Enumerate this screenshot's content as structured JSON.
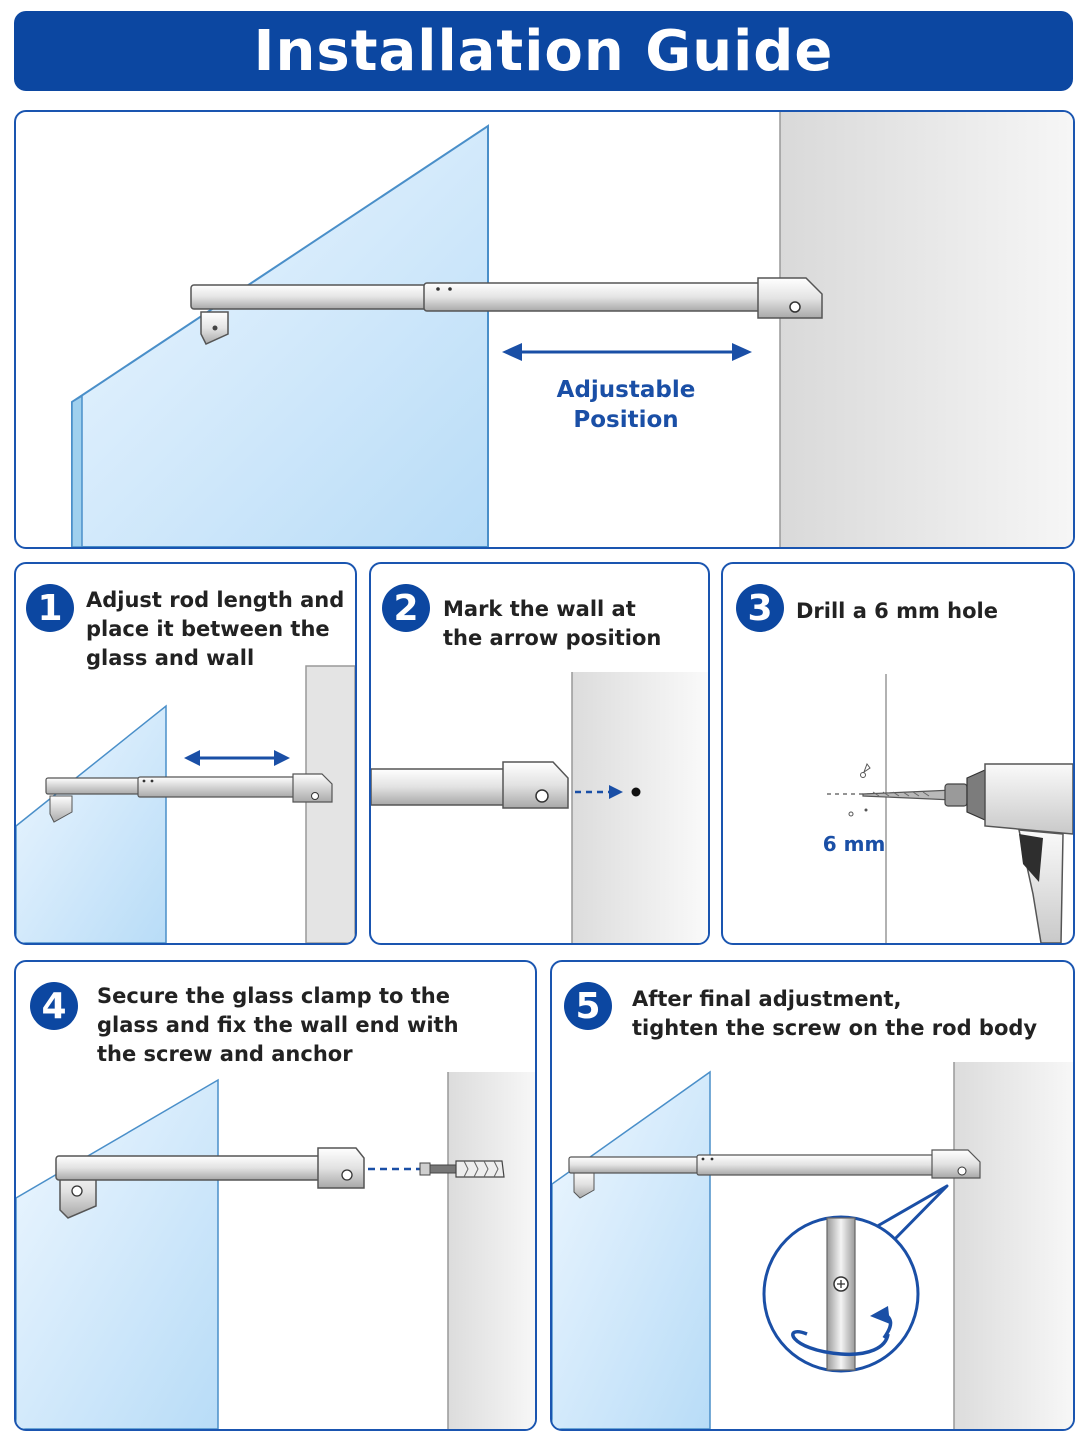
{
  "header": {
    "title": "Installation Guide"
  },
  "overview": {
    "label_line1": "Adjustable",
    "label_line2": "Position",
    "arrow_icon": "double-arrow-icon"
  },
  "steps": [
    {
      "number": "1",
      "lines": [
        "Adjust rod length and",
        "place it between the",
        "glass and wall"
      ]
    },
    {
      "number": "2",
      "lines": [
        "Mark the wall at",
        "the arrow position"
      ]
    },
    {
      "number": "3",
      "lines": [
        "Drill a 6 mm hole"
      ],
      "measure_label": "6 mm"
    },
    {
      "number": "4",
      "lines": [
        "Secure the glass clamp to the",
        "glass and fix the wall end with",
        "the screw and anchor"
      ]
    },
    {
      "number": "5",
      "lines": [
        "After final adjustment,",
        "tighten the screw on the rod body"
      ]
    }
  ],
  "colors": {
    "brand_blue": "#0c47a1",
    "glass": "#cfe7fb",
    "wall": "#e6e6e6",
    "metal": "#dcdcdc"
  }
}
